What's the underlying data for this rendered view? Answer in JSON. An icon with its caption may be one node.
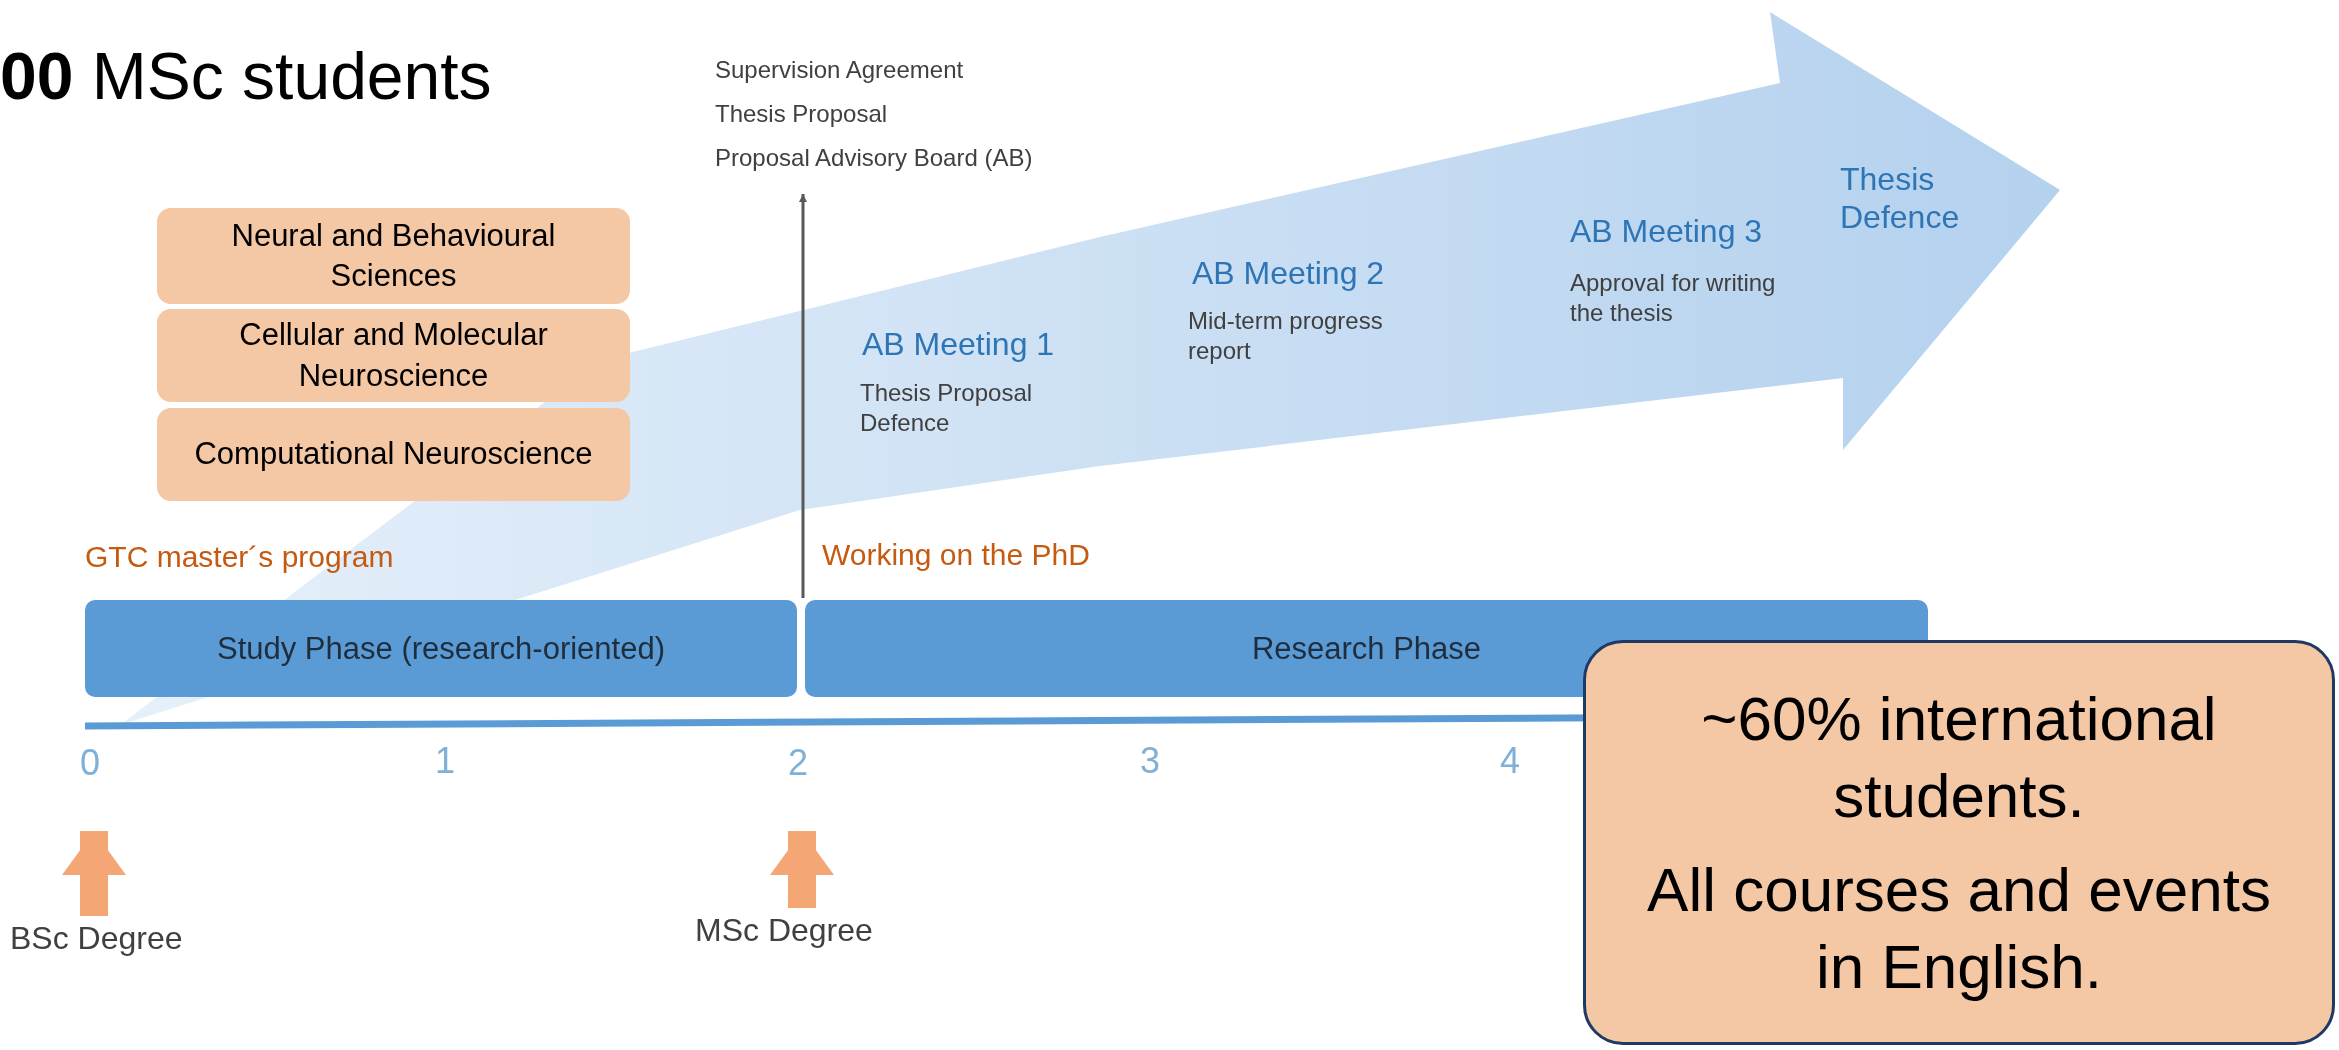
{
  "diagram": {
    "title": "**00** MSc students",
    "nodes": [
      {
        "text": [
          "Supervision Agreement",
          "Thesis Proposal",
          "Proposal Advisory Board (AB)"
        ]
      },
      {
        "text": [
          "Neural and Behavioural Sciences"
        ]
      },
      {
        "text": [
          "Cellular and Molecular Neuroscience"
        ]
      },
      {
        "text": [
          "Computational Neuroscience"
        ]
      },
      {
        "text": [
          "Study Phase (research-oriented)"
        ]
      },
      {
        "text": [
          "Research Phase"
        ]
      },
      {
        "text": [
          "~60% international students.",
          "All courses and events in English."
        ]
      },
      {
        "text": [
          "BSc Degree"
        ]
      },
      {
        "text": [
          "MSc Degree"
        ]
      },
      {
        "text": [
          "0"
        ]
      },
      {
        "text": [
          "2"
        ]
      }
    ],
    "edges": [
      {
        "from": 4,
        "to": 0,
        "arrow": "to",
        "color": "#595959"
      },
      {
        "from": 7,
        "to": 9,
        "arrow": "to"
      },
      {
        "from": 8,
        "to": 10,
        "arrow": "to"
      }
    ],
    "labels": [
      "AB Meeting 1",
      "Thesis Proposal Defence",
      "AB Meeting 2",
      "Mid-term progress report",
      "AB Meeting 3",
      "Approval for writing the thesis",
      "Thesis Defence",
      "GTC master´s program",
      "Working on the PhD",
      "1",
      "3",
      "4"
    ]
  }
}
